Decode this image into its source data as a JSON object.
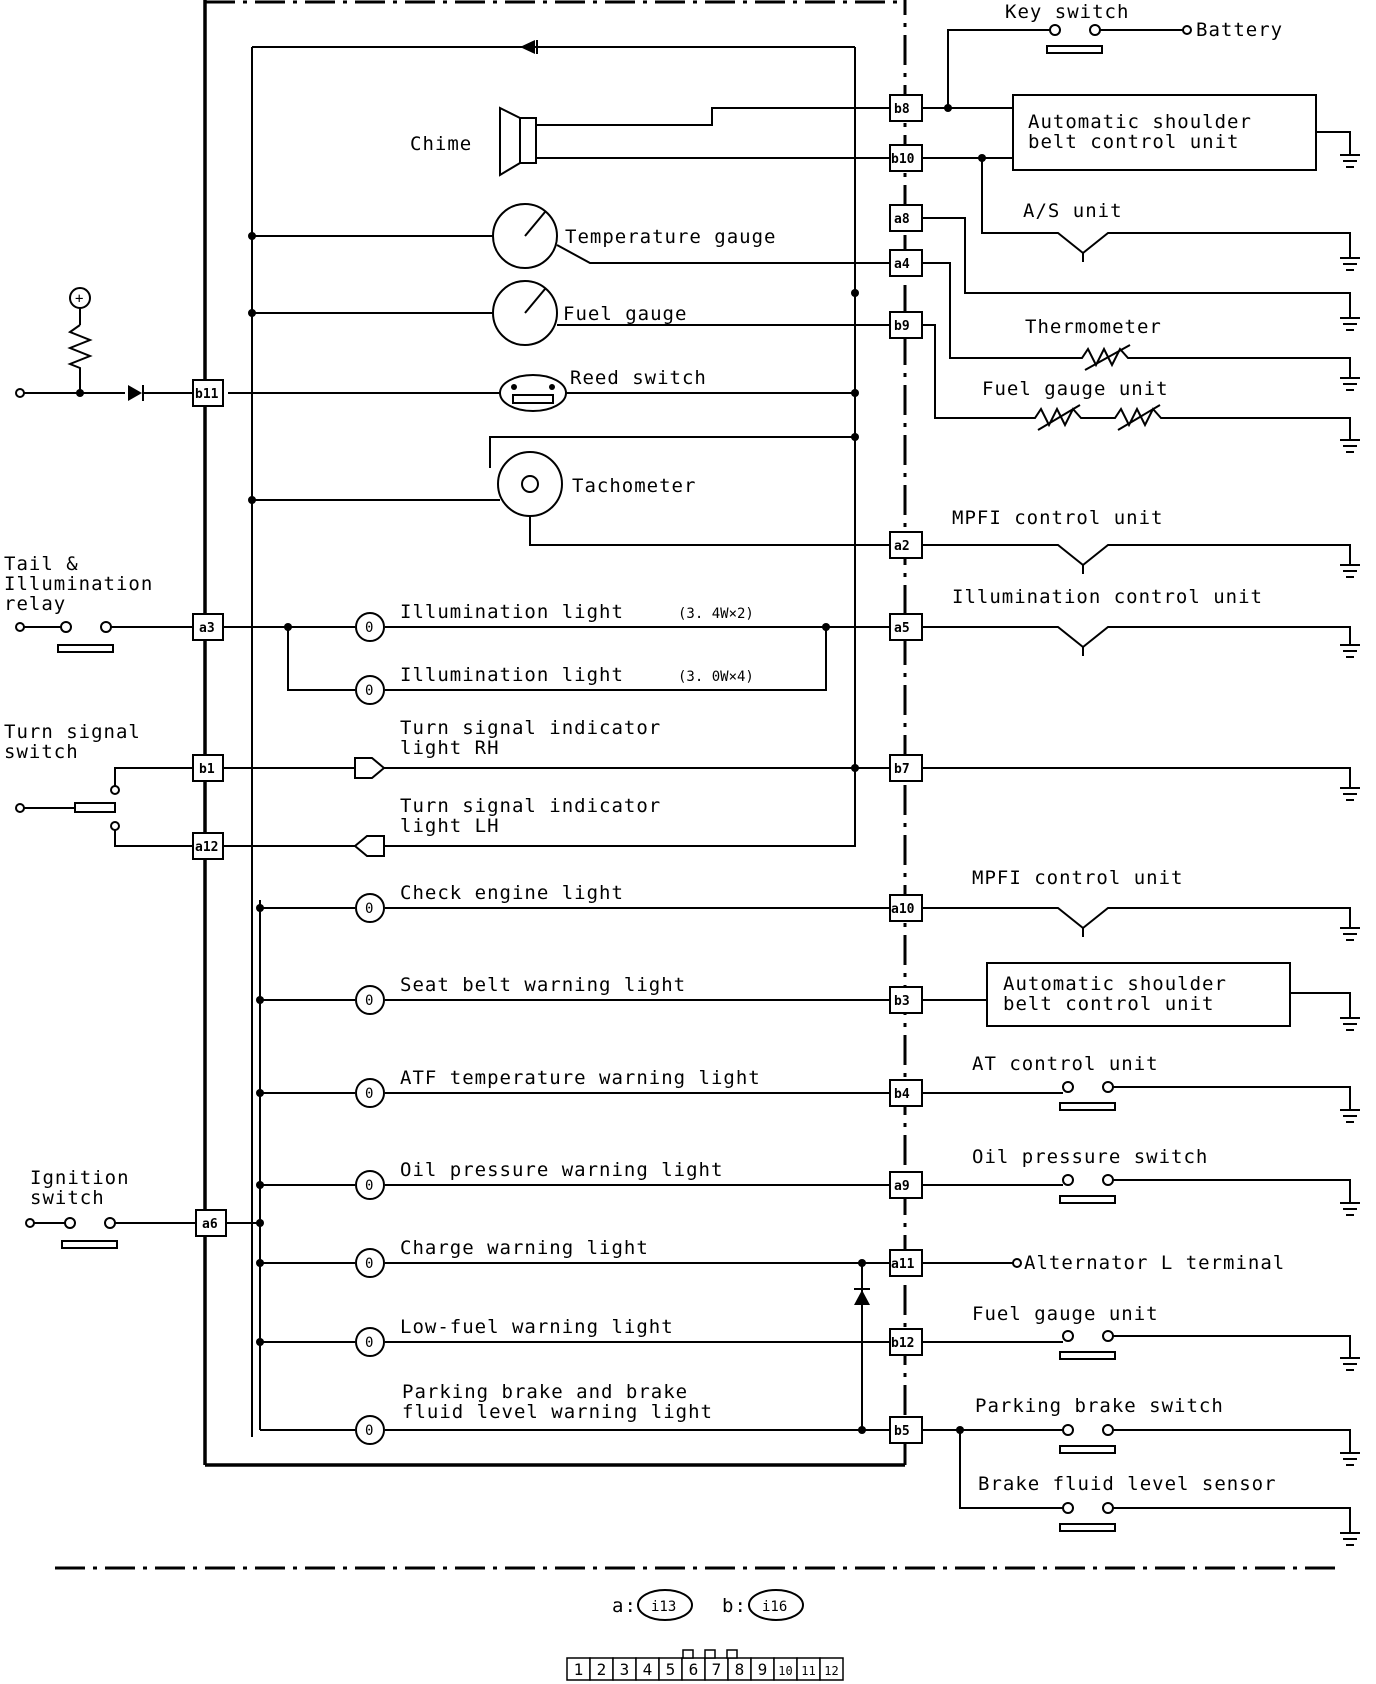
{
  "labels": {
    "key_switch": "Key switch",
    "battery": "Battery",
    "auto_belt_1": "Automatic shoulder",
    "auto_belt_1b": "belt control unit",
    "as_unit": "A/S unit",
    "chime": "Chime",
    "temperature_gauge": "Temperature gauge",
    "fuel_gauge": "Fuel gauge",
    "thermometer": "Thermometer",
    "fuel_gauge_unit_top": "Fuel gauge unit",
    "reed_switch": "Reed switch",
    "tachometer": "Tachometer",
    "mpfi_unit_1": "MPFI control unit",
    "tail_relay_1": "Tail &",
    "tail_relay_2": "Illumination",
    "tail_relay_3": "relay",
    "illum_light_1": "Illumination light",
    "illum_light_1_spec": "(3. 4W×2)",
    "illum_light_2": "Illumination light",
    "illum_light_2_spec": "(3. 0W×4)",
    "illum_control_unit": "Illumination control unit",
    "turn_switch_1": "Turn signal",
    "turn_switch_2": "switch",
    "turn_rh_1": "Turn signal indicator",
    "turn_rh_2": "light RH",
    "turn_lh_1": "Turn signal indicator",
    "turn_lh_2": "light LH",
    "check_engine": "Check engine light",
    "mpfi_unit_2": "MPFI control unit",
    "seat_belt": "Seat belt warning light",
    "auto_belt_2": "Automatic shoulder",
    "auto_belt_2b": "belt control unit",
    "atf_temp": "ATF temperature warning light",
    "at_control": "AT control unit",
    "oil_pressure": "Oil pressure warning light",
    "oil_switch": "Oil pressure switch",
    "ignition_1": "Ignition",
    "ignition_2": "switch",
    "charge": "Charge warning light",
    "alternator": "Alternator L terminal",
    "low_fuel": "Low-fuel warning light",
    "fuel_gauge_unit_bottom": "Fuel gauge unit",
    "parking_1": "Parking brake and brake",
    "parking_2": "fluid level warning light",
    "parking_switch": "Parking brake switch",
    "brake_fluid": "Brake fluid level sensor",
    "legend_a": "a:",
    "legend_a_conn": "i13",
    "legend_b": "b:",
    "legend_b_conn": "i16",
    "plus": "+"
  },
  "pins": {
    "b8": "b8",
    "b10": "b10",
    "a8": "a8",
    "a4": "a4",
    "b9": "b9",
    "b11": "b11",
    "a2": "a2",
    "a3": "a3",
    "a5": "a5",
    "b1": "b1",
    "b7": "b7",
    "a12": "a12",
    "a10": "a10",
    "b3": "b3",
    "b4": "b4",
    "a9": "a9",
    "a6": "a6",
    "a11": "a11",
    "b12": "b12",
    "b5": "b5"
  },
  "connector_strip": [
    "1",
    "2",
    "3",
    "4",
    "5",
    "6",
    "7",
    "8",
    "9",
    "10",
    "11",
    "12"
  ]
}
